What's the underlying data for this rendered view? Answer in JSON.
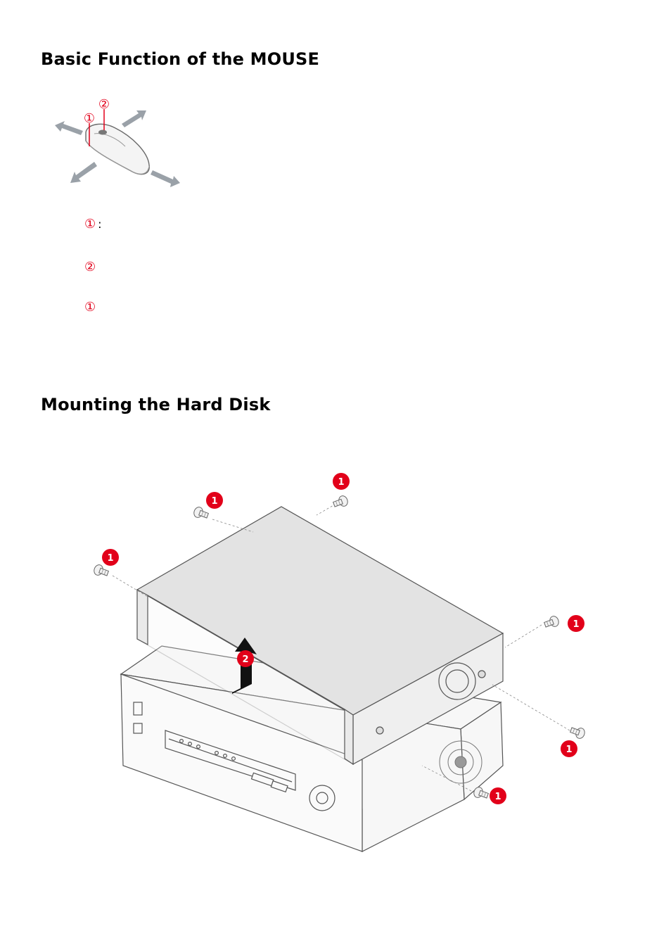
{
  "headings": {
    "mouse": "Basic Function of the MOUSE",
    "hdd": "Mounting the Hard Disk"
  },
  "mouse_figure": {
    "callouts": [
      "①",
      "②"
    ]
  },
  "legend": [
    {
      "marker": "①",
      "sep": ":"
    },
    {
      "marker": "②",
      "sep": ""
    },
    {
      "marker": "①",
      "sep": ""
    }
  ],
  "hdd_figure": {
    "screw_label": "1",
    "lift_label": "2"
  },
  "colors": {
    "callout_red": "#e2001a",
    "arrow_gray": "#8e959c",
    "line_gray": "#6a6a6a"
  }
}
